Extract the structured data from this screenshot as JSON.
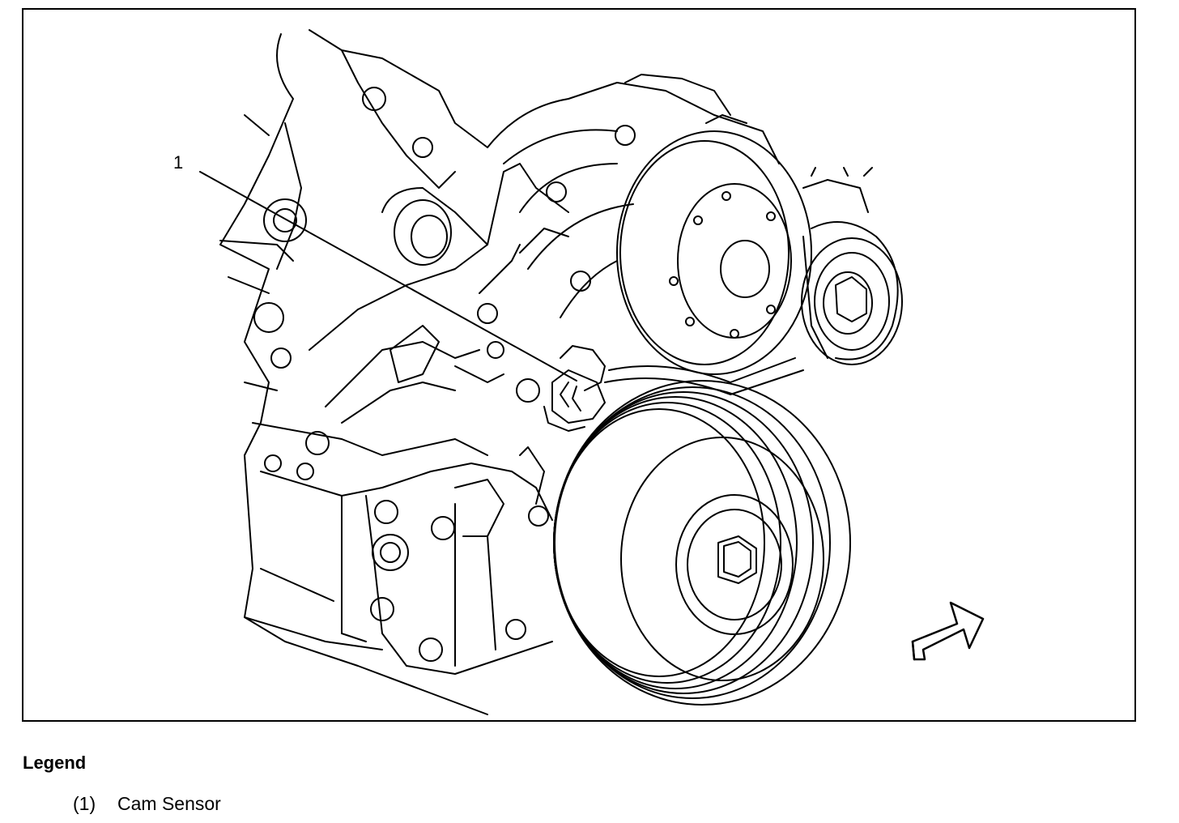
{
  "callout": {
    "number": "1"
  },
  "legend": {
    "title": "Legend",
    "items": [
      {
        "number": "(1)",
        "label": "Cam Sensor"
      }
    ]
  },
  "colors": {
    "line": "#000000",
    "background": "#ffffff"
  },
  "icons": {
    "direction_arrow": "view-direction-arrow-icon"
  }
}
